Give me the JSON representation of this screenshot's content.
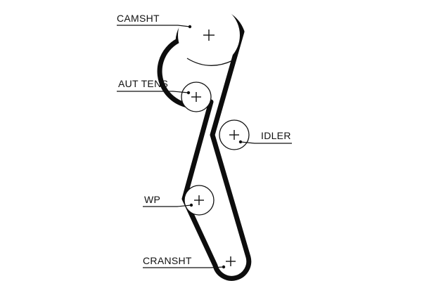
{
  "diagram": {
    "labels": {
      "camshaft": "CAMSHT",
      "auto_tensioner": "AUT TENS",
      "idler": "IDLER",
      "water_pump": "WP",
      "crankshaft": "CRANSHT"
    },
    "colors": {
      "belt": "#0d0d0d",
      "line": "#111111",
      "background": "#ffffff"
    },
    "icons": {
      "pulley_center": "plus-cross-icon"
    }
  }
}
